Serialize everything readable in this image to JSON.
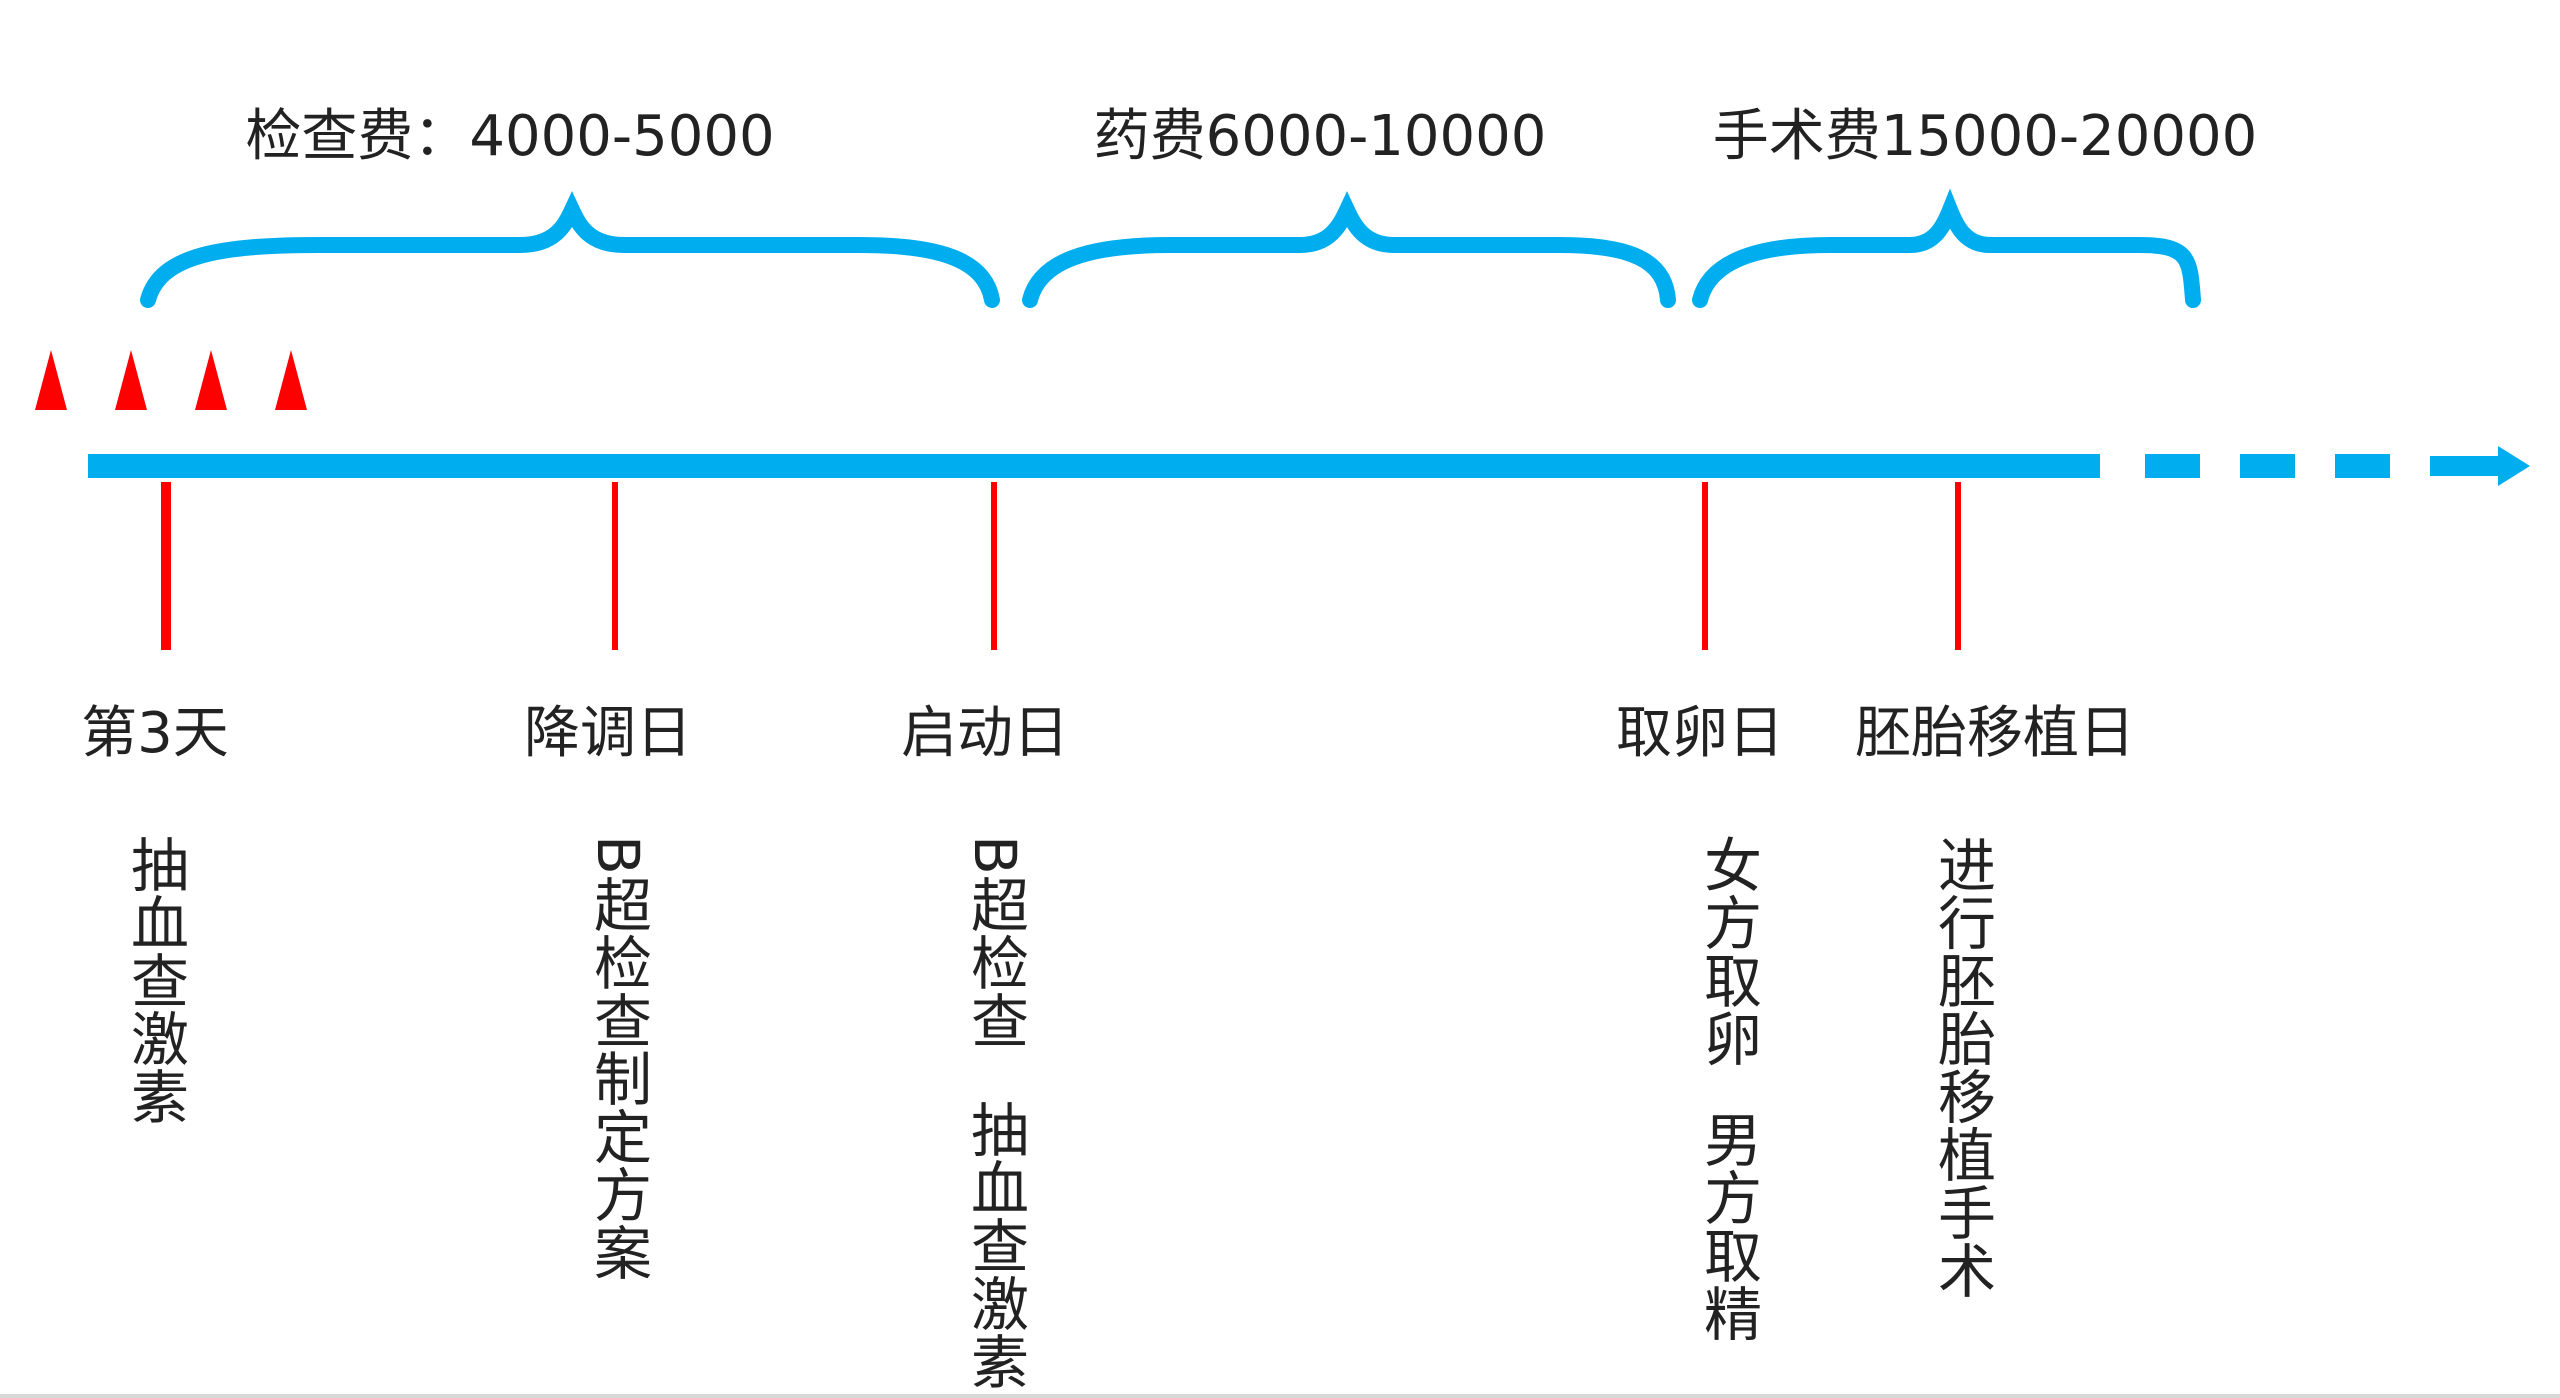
{
  "colors": {
    "timeline": "#00AEEF",
    "markers": "#FF0000",
    "text": "#222222"
  },
  "fees": [
    {
      "label": "检查费：4000-5000"
    },
    {
      "label": "药费6000-10000"
    },
    {
      "label": "手术费15000-20000"
    }
  ],
  "stages": [
    {
      "label": "第3天",
      "activities": [
        "抽血查激素"
      ]
    },
    {
      "label": "降调日",
      "activities": [
        "B超检查制定方案"
      ]
    },
    {
      "label": "启动日",
      "activities": [
        "B超检查",
        "抽血查激素"
      ]
    },
    {
      "label": "取卵日",
      "activities": [
        "女方取卵",
        "男方取精"
      ]
    },
    {
      "label": "胚胎移植日",
      "activities": [
        "进行胚胎移植手术"
      ]
    }
  ],
  "icons": {
    "start_marker": "red-triangle-icon",
    "direction": "arrow-right-icon"
  }
}
